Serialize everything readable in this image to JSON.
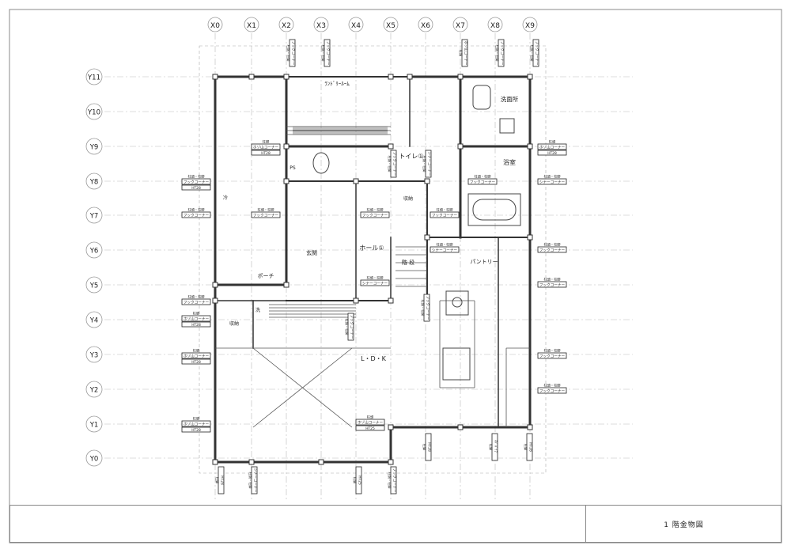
{
  "sheet_title": "1 階金物図",
  "grid": {
    "x_labels": [
      "X0",
      "X1",
      "X2",
      "X3",
      "X4",
      "X5",
      "X6",
      "X7",
      "X8",
      "X9"
    ],
    "y_labels": [
      "Y11",
      "Y10",
      "Y9",
      "Y8",
      "Y7",
      "Y6",
      "Y5",
      "Y4",
      "Y3",
      "Y2",
      "Y1",
      "Y0"
    ]
  },
  "rooms": [
    {
      "key": "laundry",
      "label": "ﾗﾝﾄﾞﾘｰﾙｰﾑ"
    },
    {
      "key": "washroom",
      "label": "洗面所"
    },
    {
      "key": "toilet",
      "label": "トイレ①"
    },
    {
      "key": "bath",
      "label": "浴室"
    },
    {
      "key": "ps",
      "label": "PS"
    },
    {
      "key": "storage_a",
      "label": "収納"
    },
    {
      "key": "hall",
      "label": "ホール①"
    },
    {
      "key": "entrance",
      "label": "玄関"
    },
    {
      "key": "porch",
      "label": "ポーチ"
    },
    {
      "key": "stairs",
      "label": "階 段"
    },
    {
      "key": "pantry",
      "label": "パントリー"
    },
    {
      "key": "storage_b",
      "label": "収納"
    },
    {
      "key": "ldk",
      "label": "L・D・K"
    },
    {
      "key": "ldk_small",
      "label": "洗"
    },
    {
      "key": "fridge",
      "label": "冷"
    }
  ],
  "tags": {
    "column_head_base": "柱頭・柱脚",
    "column_base_short": "柱脚",
    "column_head_short": "柱頭",
    "hook_corner": "フックコーナー",
    "shear_corner": "シナーコーナー",
    "hd_corner": "ホゾ山コーナー",
    "ht28": "HT28",
    "ht25": "HT25",
    "hd_ht": "ﾎｿﾞﾊﾟｲﾌﾟ"
  }
}
